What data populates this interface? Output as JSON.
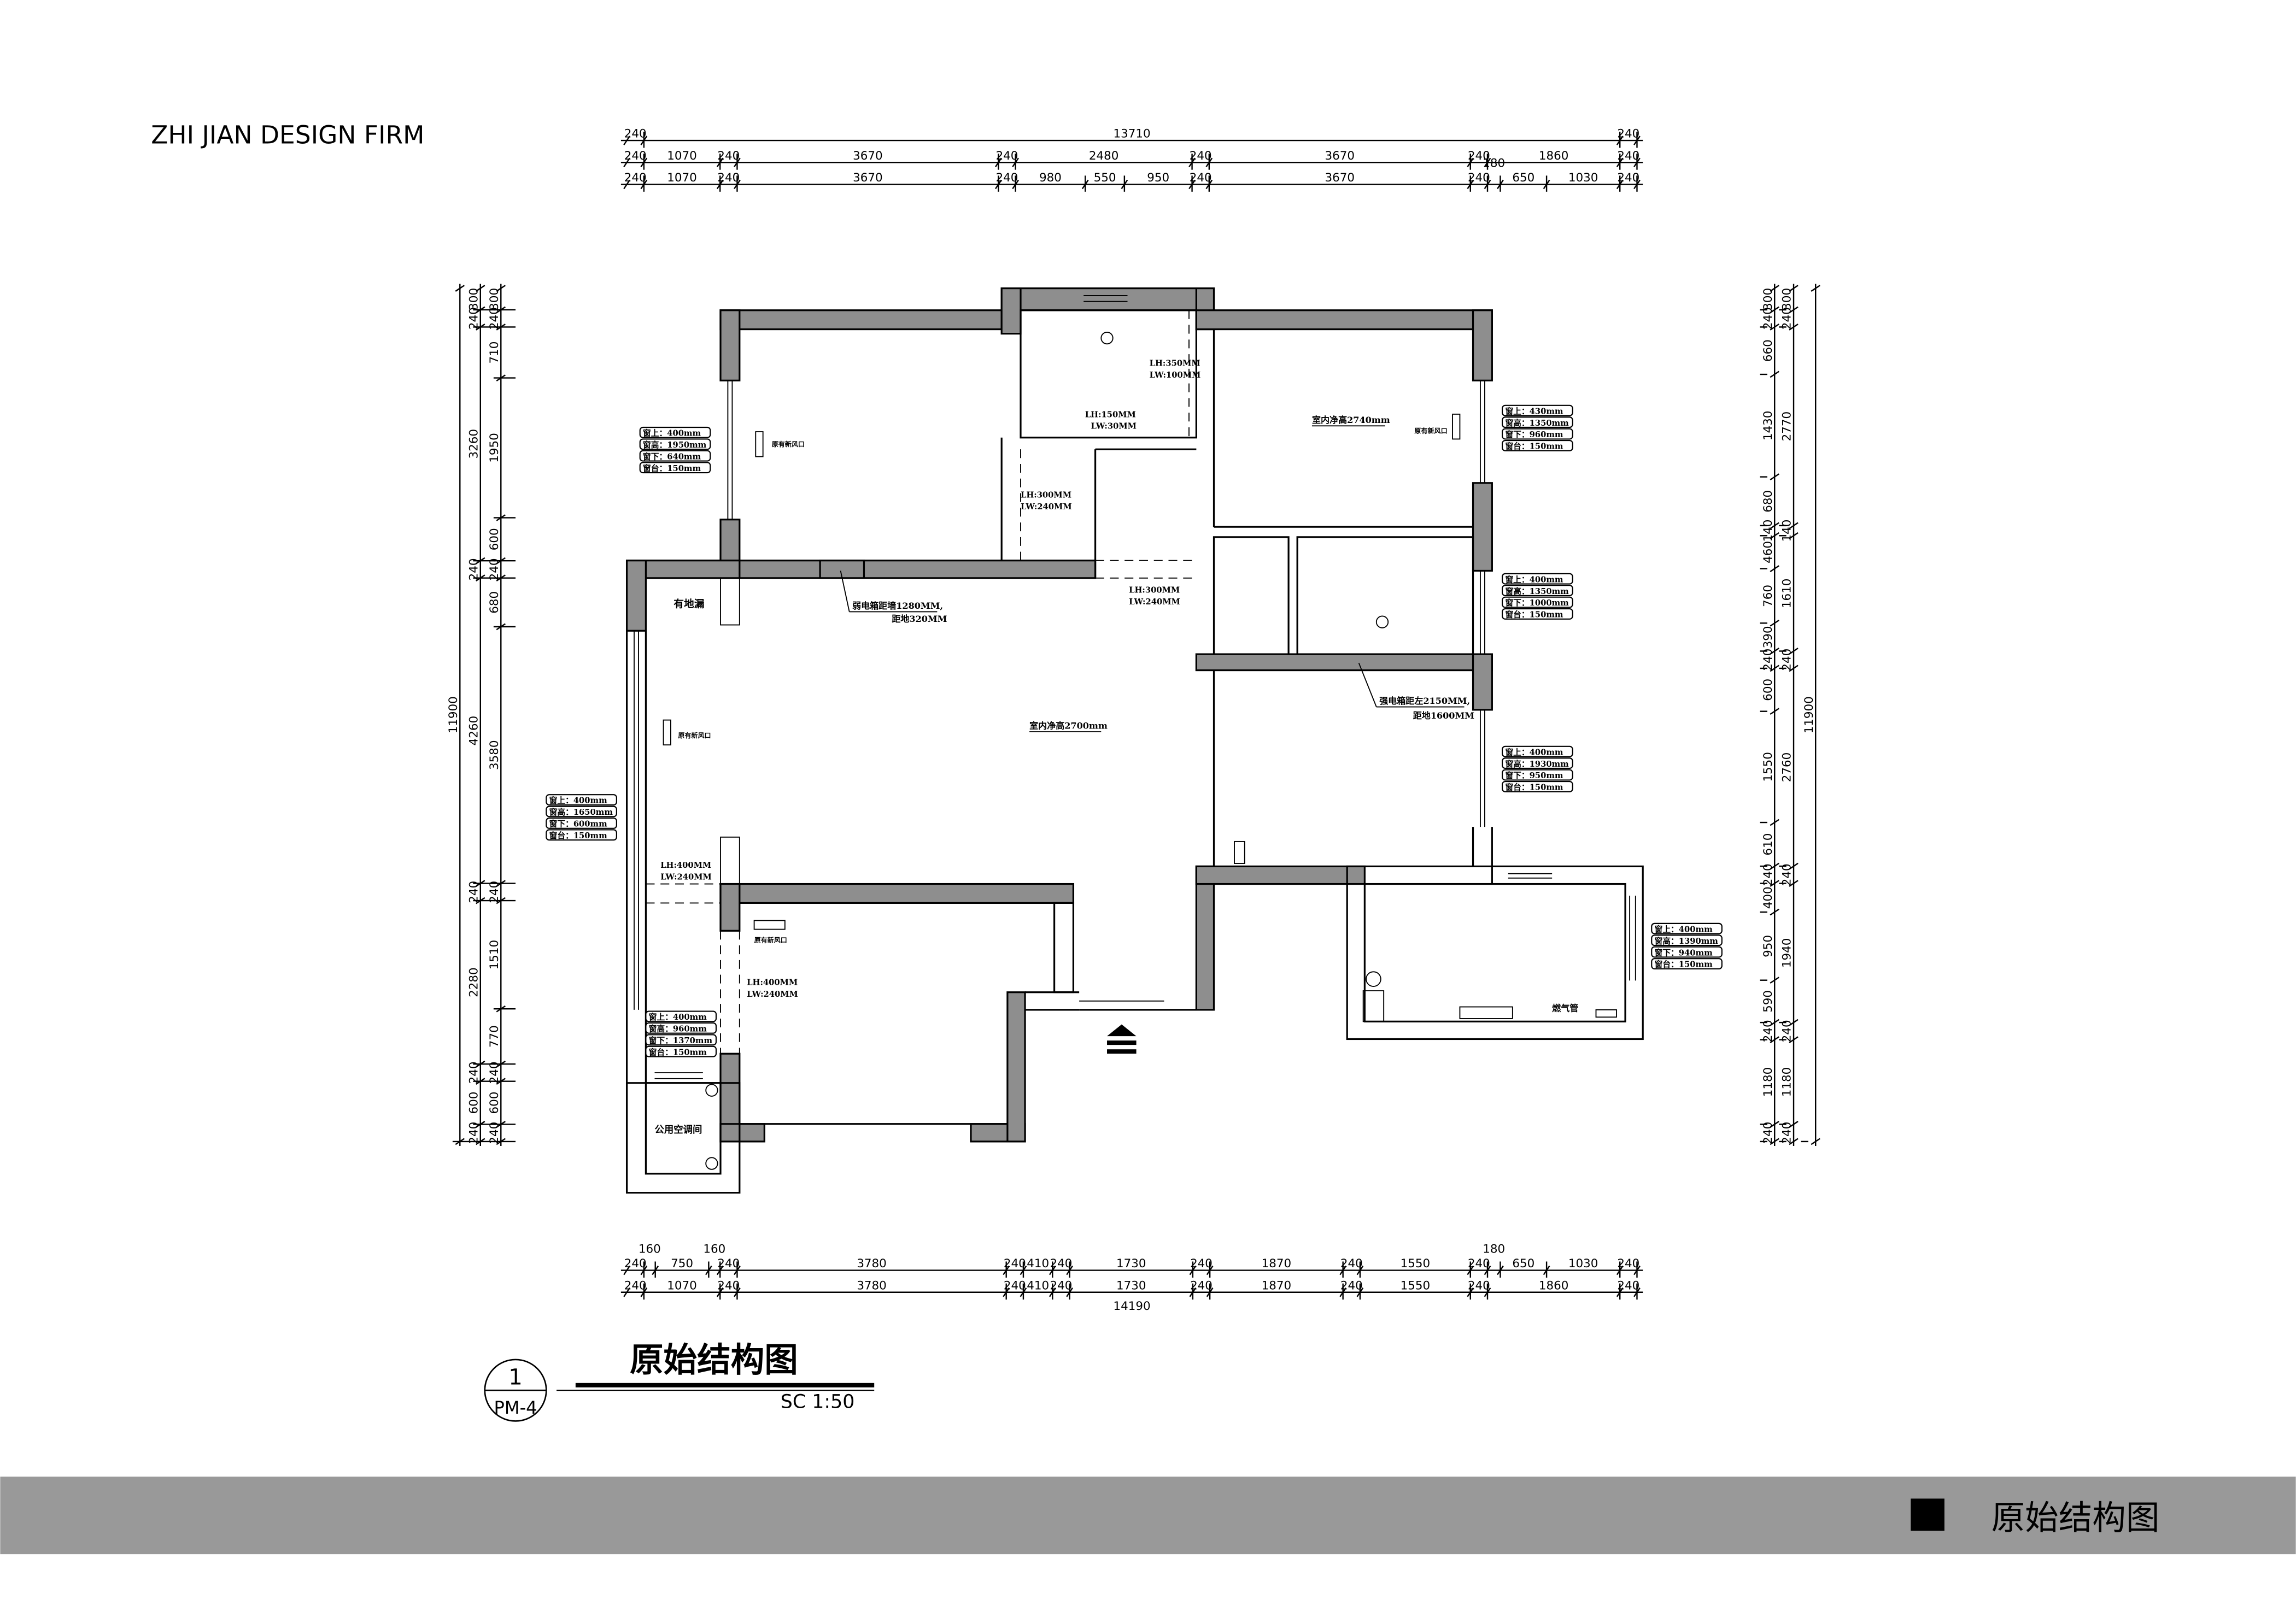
{
  "header": {
    "firm": "ZHI JIAN DESIGN FIRM"
  },
  "title_block": {
    "number": "1",
    "sheet": "PM-4",
    "title": "原始结构图",
    "scale": "SC 1:50"
  },
  "footer": {
    "title": "原始结构图",
    "accent": "#999999"
  },
  "annotations": {
    "floor_drain": "有地漏",
    "living_height": "室内净高2700mm",
    "bedroom_height": "室内净高2740mm",
    "fresh_air": "原有新风口",
    "weak_box_1": "弱电箱距墙1280MM,",
    "weak_box_2": "距地320MM",
    "strong_box_1": "强电箱距左2150MM,",
    "strong_box_2": "距地1600MM",
    "gas_pipe": "燃气管",
    "public_ac": "公用空调间"
  },
  "beams": [
    {
      "lh": "LH:350MM",
      "lw": "LW:100MM"
    },
    {
      "lh": "LH:150MM",
      "lw": "LW:30MM"
    },
    {
      "lh": "LH:300MM",
      "lw": "LW:240MM"
    },
    {
      "lh": "LH:300MM",
      "lw": "LW:240MM"
    },
    {
      "lh": "LH:400MM",
      "lw": "LW:240MM"
    },
    {
      "lh": "LH:400MM",
      "lw": "LW:240MM"
    }
  ],
  "window_labels": [
    "窗上",
    "窗高",
    "窗下",
    "窗台"
  ],
  "windows": [
    {
      "name": "left-bedroom",
      "values": [
        "400mm",
        "1950mm",
        "640mm",
        "150mm"
      ]
    },
    {
      "name": "right-bedroom",
      "values": [
        "430mm",
        "1350mm",
        "960mm",
        "150mm"
      ]
    },
    {
      "name": "right-small-room",
      "values": [
        "400mm",
        "1350mm",
        "1000mm",
        "150mm"
      ]
    },
    {
      "name": "living-right",
      "values": [
        "400mm",
        "1930mm",
        "950mm",
        "150mm"
      ]
    },
    {
      "name": "living-left",
      "values": [
        "400mm",
        "1650mm",
        "600mm",
        "150mm"
      ]
    },
    {
      "name": "balcony-left",
      "values": [
        "400mm",
        "960mm",
        "1370mm",
        "150mm"
      ]
    },
    {
      "name": "kitchen",
      "values": [
        "400mm",
        "1390mm",
        "940mm",
        "150mm"
      ]
    }
  ],
  "dimensions": {
    "top_overall": [
      240,
      13710,
      240
    ],
    "top_row1": [
      240,
      1070,
      240,
      3670,
      240,
      2480,
      240,
      3670,
      240,
      1860,
      240
    ],
    "top_row2": [
      240,
      1070,
      240,
      3670,
      240,
      980,
      550,
      950,
      240,
      3670,
      240,
      180,
      650,
      1030,
      240
    ],
    "bottom_row1": [
      240,
      160,
      750,
      160,
      240,
      3780,
      240,
      410,
      240,
      1730,
      240,
      1870,
      240,
      1550,
      240,
      180,
      650,
      1030,
      240
    ],
    "bottom_row2": [
      240,
      1070,
      240,
      3780,
      240,
      410,
      240,
      1730,
      240,
      1870,
      240,
      1550,
      240,
      1860,
      240
    ],
    "bottom_overall": 14190,
    "left_outer": [
      11900
    ],
    "left_middle": [
      300,
      240,
      3260,
      240,
      4260,
      240,
      2280,
      240,
      600,
      240
    ],
    "left_inner": [
      300,
      240,
      710,
      1950,
      600,
      240,
      680,
      3580,
      240,
      1510,
      770,
      240,
      600,
      240
    ],
    "right_inner": [
      300,
      240,
      660,
      1430,
      680,
      140,
      460,
      760,
      390,
      240,
      600,
      1550,
      610,
      240,
      400,
      950,
      590,
      240,
      1180,
      240
    ],
    "right_middle": [
      300,
      240,
      2770,
      140,
      1610,
      240,
      2760,
      240,
      1940,
      240,
      1180,
      240
    ],
    "right_outer": [
      11900
    ]
  }
}
